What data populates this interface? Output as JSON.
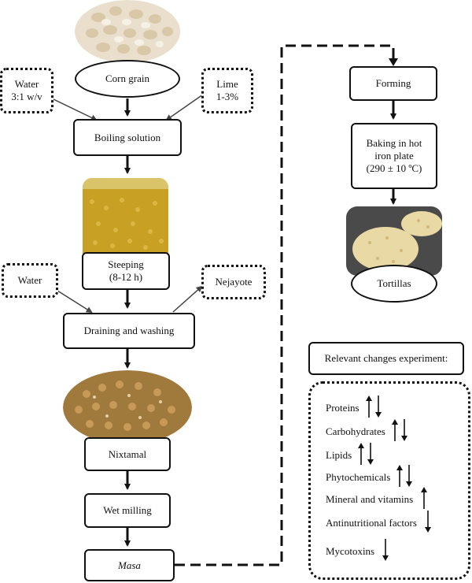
{
  "flow": {
    "corn_grain": "Corn grain",
    "water_ratio": [
      "Water",
      "3:1 w/v"
    ],
    "lime": [
      "Lime",
      "1-3%"
    ],
    "boiling": "Boiling solution",
    "steeping": [
      "Steeping",
      "(8-12 h)"
    ],
    "water2": "Water",
    "nejayote": "Nejayote",
    "draining": "Draining and washing",
    "nixtamal": "Nixtamal",
    "wet_milling": "Wet milling",
    "masa": "Masa",
    "forming": "Forming",
    "baking": [
      "Baking in hot",
      "iron plate",
      "(290 ± 10 ºC)"
    ],
    "tortillas": "Tortillas"
  },
  "changes": {
    "title": "Relevant changes experiment:",
    "items": [
      {
        "label": "Proteins",
        "direction": "up-down"
      },
      {
        "label": "Carbohydrates",
        "direction": "up-down"
      },
      {
        "label": "Lipids",
        "direction": "up-down"
      },
      {
        "label": "Phytochemicals",
        "direction": "up-down"
      },
      {
        "label": "Mineral and vitamins",
        "direction": "up"
      },
      {
        "label": "Antinutritional factors",
        "direction": "down"
      },
      {
        "label": "Mycotoxins",
        "direction": "down"
      }
    ]
  },
  "colors": {
    "stroke": "#111111",
    "grain": "#e8dcc4",
    "liquid": "#c8a024",
    "nixtamal": "#a07a3c",
    "tortilla": "#e9d9a4"
  }
}
